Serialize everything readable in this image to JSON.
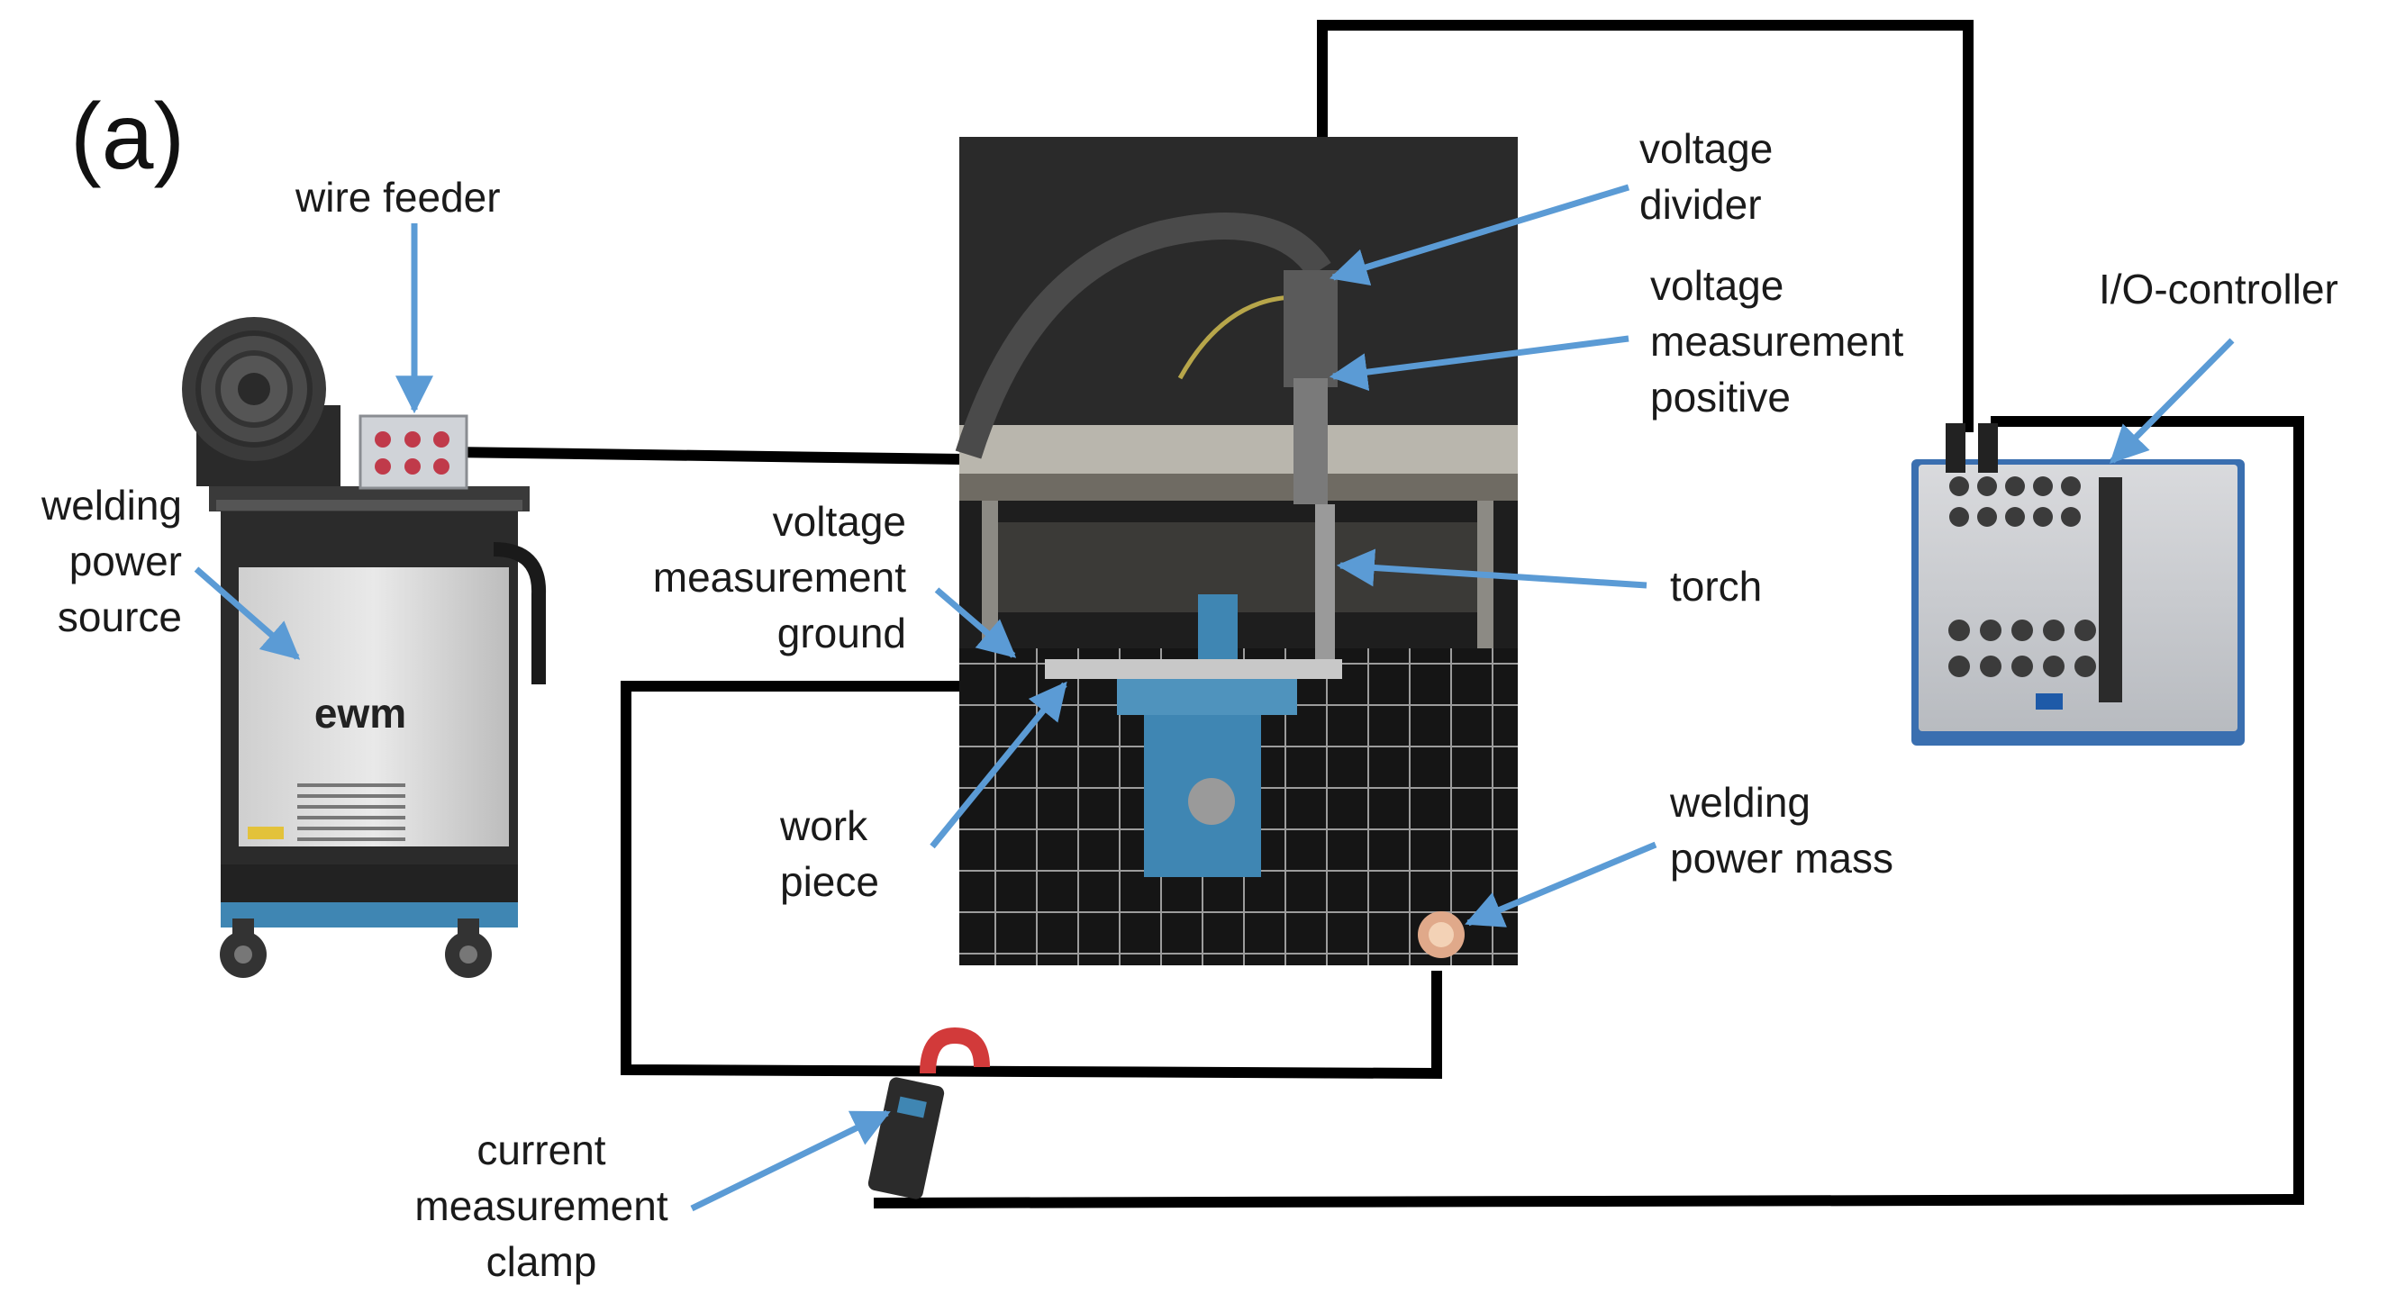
{
  "figure": {
    "panel_letter": "(a)",
    "brand_logo": "ewm",
    "colors": {
      "arrow": "#5b9bd5",
      "cable": "#000000",
      "background": "#ffffff",
      "controller_accent": "#3a6fb0",
      "clamp_red": "#d23a3a",
      "table_blue": "#3f86b3"
    },
    "labels": {
      "wire_feeder": [
        "wire feeder"
      ],
      "welding_power_source": [
        "welding",
        "power",
        "source"
      ],
      "voltage_measurement_ground": [
        "voltage",
        "measurement",
        "ground"
      ],
      "work_piece": [
        "work",
        "piece"
      ],
      "voltage_divider": [
        "voltage",
        "divider"
      ],
      "voltage_measurement_positive": [
        "voltage",
        "measurement",
        "positive"
      ],
      "torch": [
        "torch"
      ],
      "welding_power_mass": [
        "welding",
        "power mass"
      ],
      "io_controller": [
        "I/O-controller"
      ],
      "current_measurement_clamp": [
        "current",
        "measurement",
        "clamp"
      ]
    }
  }
}
